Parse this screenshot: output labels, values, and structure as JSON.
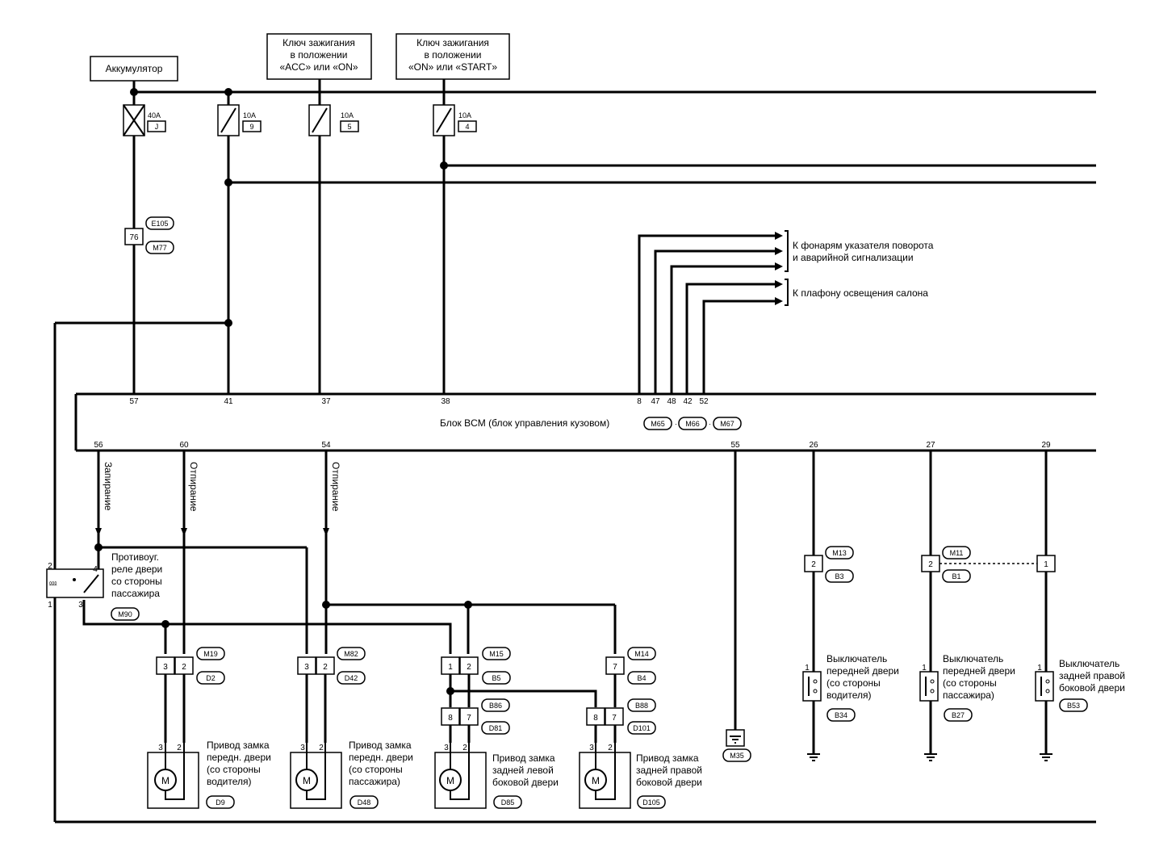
{
  "sources": {
    "battery": "Аккумулятор",
    "ign_acc_on": [
      "Ключ зажигания",
      "в положении",
      "«ACC» или «ON»"
    ],
    "ign_on_start": [
      "Ключ зажигания",
      "в положении",
      "«ON» или «START»"
    ]
  },
  "fuses": [
    {
      "rating": "40A",
      "id": "J"
    },
    {
      "rating": "10A",
      "id": "9"
    },
    {
      "rating": "10A",
      "id": "5"
    },
    {
      "rating": "10A",
      "id": "4"
    }
  ],
  "connectors_top": {
    "pin": "76",
    "c1": "E105",
    "c2": "M77"
  },
  "outputs": {
    "turn_hazard": [
      "К фонарям указателя поворота",
      "и аварийной сигнализации"
    ],
    "room_lamp": "К плафону освещения салона"
  },
  "bcm": {
    "label": "Блок BCM (блок управления кузовом)",
    "connectors": [
      "M65",
      "M66",
      "M67"
    ],
    "top_pins": [
      "57",
      "41",
      "37",
      "38",
      "8",
      "47",
      "48",
      "42",
      "52"
    ],
    "bottom_pins": [
      "56",
      "60",
      "54",
      "55",
      "26",
      "27",
      "29"
    ]
  },
  "signals": {
    "lock": "Запирание",
    "unlock": "Отпирание"
  },
  "relay": {
    "label": [
      "Противоуг.",
      "реле двери",
      "со стороны",
      "пассажира"
    ],
    "connector": "M90",
    "pins": [
      "2",
      "4",
      "1",
      "3"
    ]
  },
  "inline_connectors": [
    {
      "pins": [
        "3",
        "2"
      ],
      "c1": "M19",
      "c2": "D2"
    },
    {
      "pins": [
        "3",
        "2"
      ],
      "c1": "M82",
      "c2": "D42"
    },
    {
      "pins": [
        "1",
        "2"
      ],
      "c1": "M15",
      "c2": "B5"
    },
    {
      "pins": [
        "7"
      ],
      "c1": "M14",
      "c2": "B4"
    },
    {
      "pins": [
        "8",
        "7"
      ],
      "c1": "B86",
      "c2": "D81"
    },
    {
      "pins": [
        "8",
        "7"
      ],
      "c1": "B88",
      "c2": "D101"
    }
  ],
  "actuators": [
    {
      "label": [
        "Привод замка",
        "передн. двери",
        "(со стороны",
        "водителя)"
      ],
      "connector": "D9",
      "pins": [
        "3",
        "2"
      ],
      "motor": "M"
    },
    {
      "label": [
        "Привод замка",
        "передн. двери",
        "(со стороны",
        "пассажира)"
      ],
      "connector": "D48",
      "pins": [
        "3",
        "2"
      ],
      "motor": "M"
    },
    {
      "label": [
        "Привод замка",
        "задней левой",
        "боковой двери"
      ],
      "connector": "D85",
      "pins": [
        "3",
        "2"
      ],
      "motor": "M"
    },
    {
      "label": [
        "Привод замка",
        "задней правой",
        "боковой двери"
      ],
      "connector": "D105",
      "pins": [
        "3",
        "2"
      ],
      "motor": "M"
    }
  ],
  "ground": {
    "connector": "M35"
  },
  "switches": [
    {
      "label": [
        "Выключатель",
        "передней двери",
        "(со стороны",
        "водителя)"
      ],
      "connector": "B34",
      "pin": "1",
      "inline_pin": "2",
      "c1": "M13",
      "c2": "B3"
    },
    {
      "label": [
        "Выключатель",
        "передней двери",
        "(со стороны",
        "пассажира)"
      ],
      "connector": "B27",
      "pin": "1",
      "inline_pin": "2",
      "c1": "M11",
      "c2": "B1"
    },
    {
      "label": [
        "Выключатель",
        "задней правой",
        "боковой двери"
      ],
      "connector": "B53",
      "pin": "1",
      "inline_pin": "1"
    }
  ]
}
